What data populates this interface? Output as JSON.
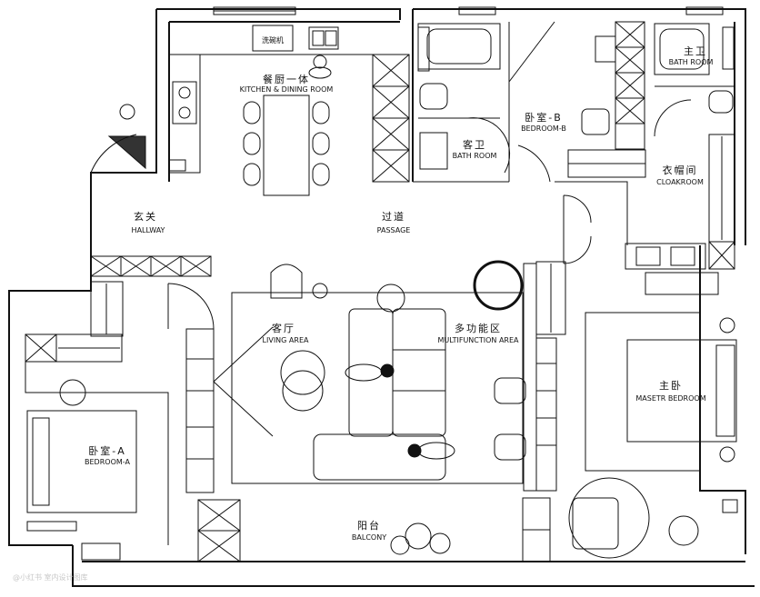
{
  "rooms": {
    "kitchen_dining": {
      "zh": "餐厨一体",
      "en": "KITCHEN & DINING ROOM"
    },
    "dishwasher": {
      "zh": "洗碗机"
    },
    "hallway": {
      "zh": "玄关",
      "en": "HALLWAY"
    },
    "passage": {
      "zh": "过道",
      "en": "PASSAGE"
    },
    "guest_bath": {
      "zh": "客卫",
      "en": "BATH ROOM"
    },
    "bedroom_b": {
      "zh": "卧室-B",
      "en": "BEDROOM-B"
    },
    "master_bath": {
      "zh": "主卫",
      "en": "BATH ROOM"
    },
    "cloakroom": {
      "zh": "衣帽间",
      "en": "CLOAKROOM"
    },
    "living": {
      "zh": "客厅",
      "en": "LIVING AREA"
    },
    "multifunction": {
      "zh": "多功能区",
      "en": "MULTIFUNCTION AREA"
    },
    "master_bedroom": {
      "zh": "主卧",
      "en": "MASETR BEDROOM"
    },
    "bedroom_a": {
      "zh": "卧室-A",
      "en": "BEDROOM-A"
    },
    "balcony": {
      "zh": "阳台",
      "en": "BALCONY"
    }
  },
  "watermark": "@小红书 室内设计图库",
  "colors": {
    "line": "#111111",
    "paper": "#ffffff"
  }
}
